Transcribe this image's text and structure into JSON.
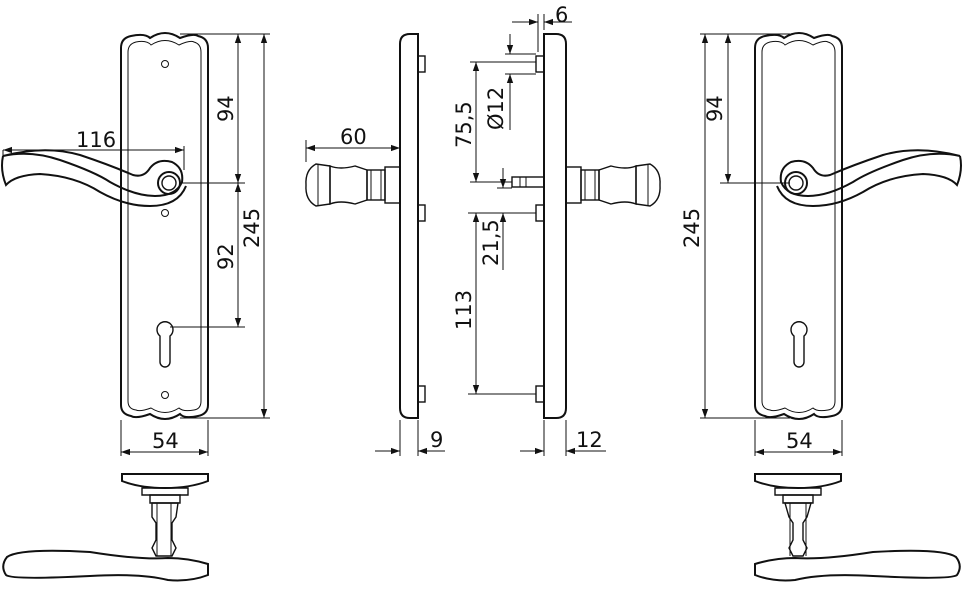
{
  "drawing": {
    "front_left": {
      "lever_length": "116",
      "spindle_to_top": "94",
      "spindle_to_keyhole": "92",
      "plate_height": "245",
      "plate_width": "54"
    },
    "side_left": {
      "rose_projection": "60",
      "plate_thickness": "9"
    },
    "side_right": {
      "screw_offset": "6",
      "spindle_diameter": "Ø12",
      "upper_screw_to_spindle": "75,5",
      "spindle_to_screw": "21,5",
      "screw_spacing": "113",
      "plate_thickness": "12"
    },
    "front_right": {
      "spindle_to_top": "94",
      "plate_height": "245",
      "plate_width": "54"
    }
  }
}
